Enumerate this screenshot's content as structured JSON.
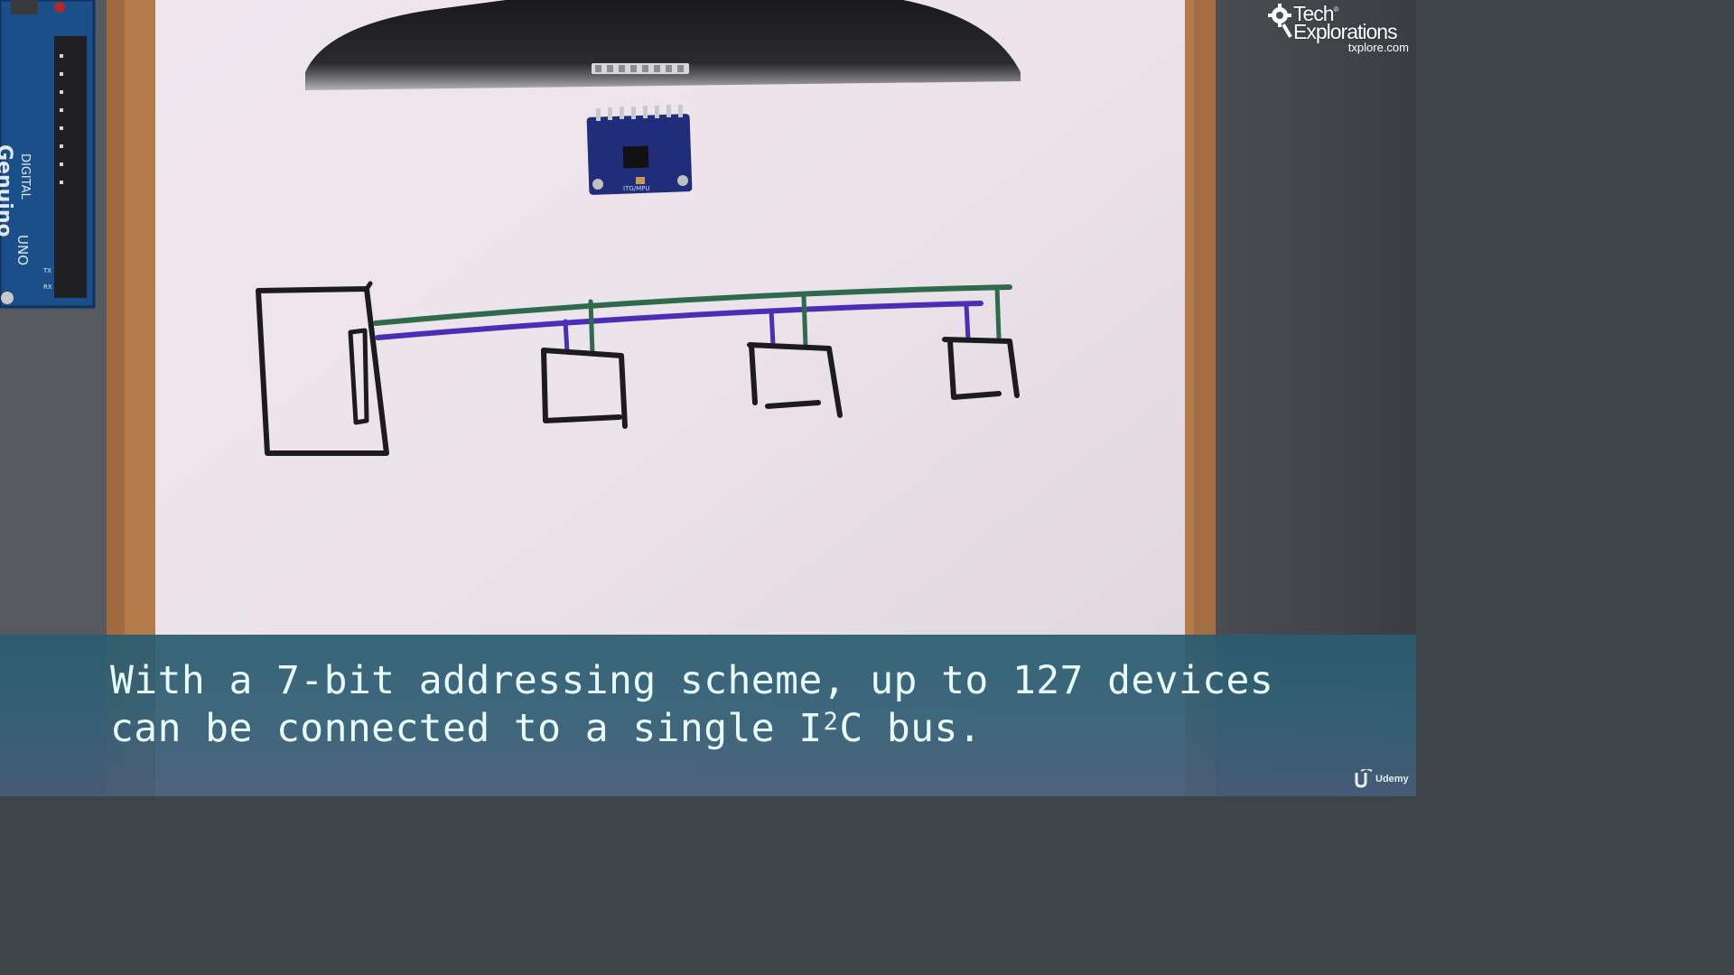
{
  "caption": {
    "line1": "With a 7-bit addressing scheme, up to 127 devices",
    "line2_prefix": "can be connected to a single I",
    "line2_sup": "2",
    "line2_suffix": "C bus."
  },
  "logo": {
    "name_line1": "Tech",
    "reg_mark": "®",
    "name_line2": "Explorations",
    "url": "txplore.com"
  },
  "platform": {
    "name": "Udemy"
  },
  "board_markings": {
    "digital": "DIGITAL",
    "uno": "UNO",
    "brand": "Genuino",
    "tx": "TX",
    "rx": "RX"
  },
  "sensor_label": "ITG/MPU",
  "colors": {
    "wire_green": "#2e6a4c",
    "wire_purple": "#4a2fb6",
    "ink": "#1c1c1c",
    "caption_text": "#e8fbfd"
  }
}
